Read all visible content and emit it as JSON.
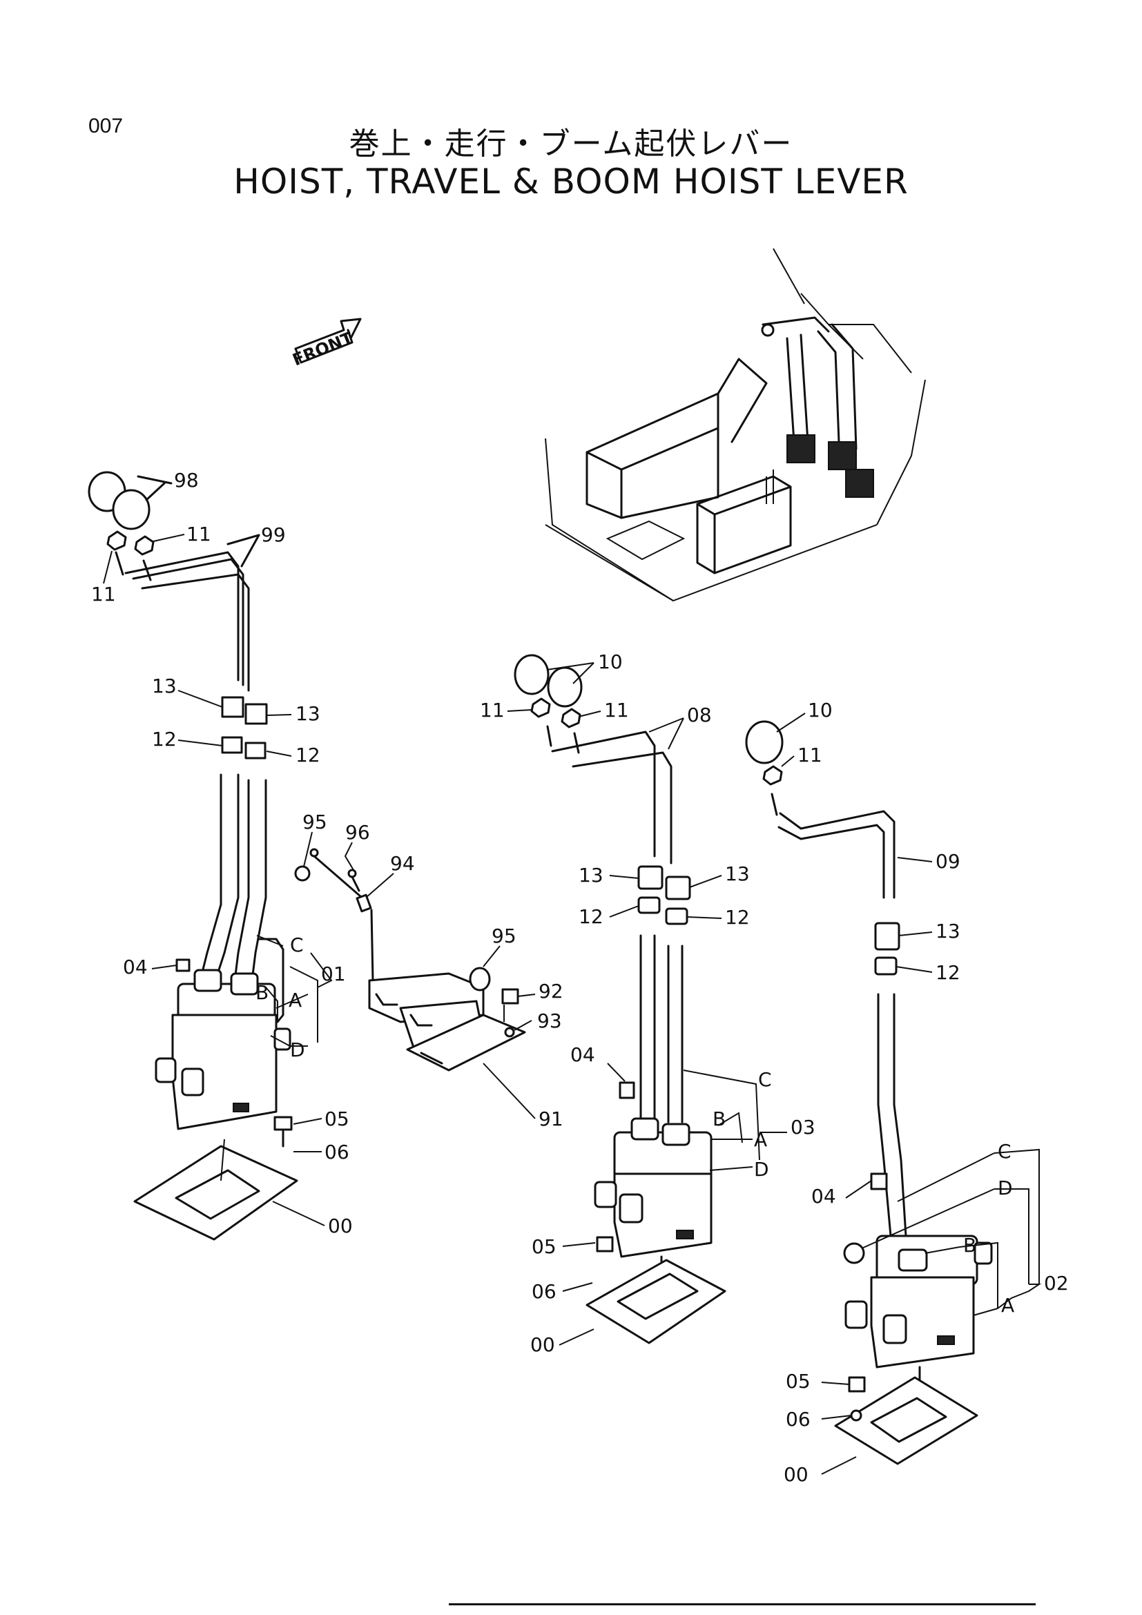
{
  "header": {
    "page_number": "007",
    "title_jp": "巻上・走行・ブーム起伏レバー",
    "title_en": "HOIST, TRAVEL & BOOM HOIST LEVER"
  },
  "front_arrow": {
    "label": "FRONT"
  },
  "callouts": {
    "left": [
      "98",
      "11",
      "11",
      "99",
      "13",
      "13",
      "12",
      "12",
      "C",
      "04",
      "B",
      "A",
      "01",
      "D",
      "05",
      "06",
      "00"
    ],
    "linkage": [
      "95",
      "96",
      "94",
      "95",
      "92",
      "93",
      "91"
    ],
    "center": [
      "10",
      "11",
      "11",
      "08",
      "13",
      "13",
      "12",
      "12",
      "04",
      "C",
      "B",
      "A",
      "03",
      "D",
      "05",
      "06",
      "00"
    ],
    "right": [
      "10",
      "11",
      "09",
      "13",
      "12",
      "C",
      "04",
      "D",
      "B",
      "A",
      "02",
      "05",
      "06",
      "00"
    ]
  }
}
